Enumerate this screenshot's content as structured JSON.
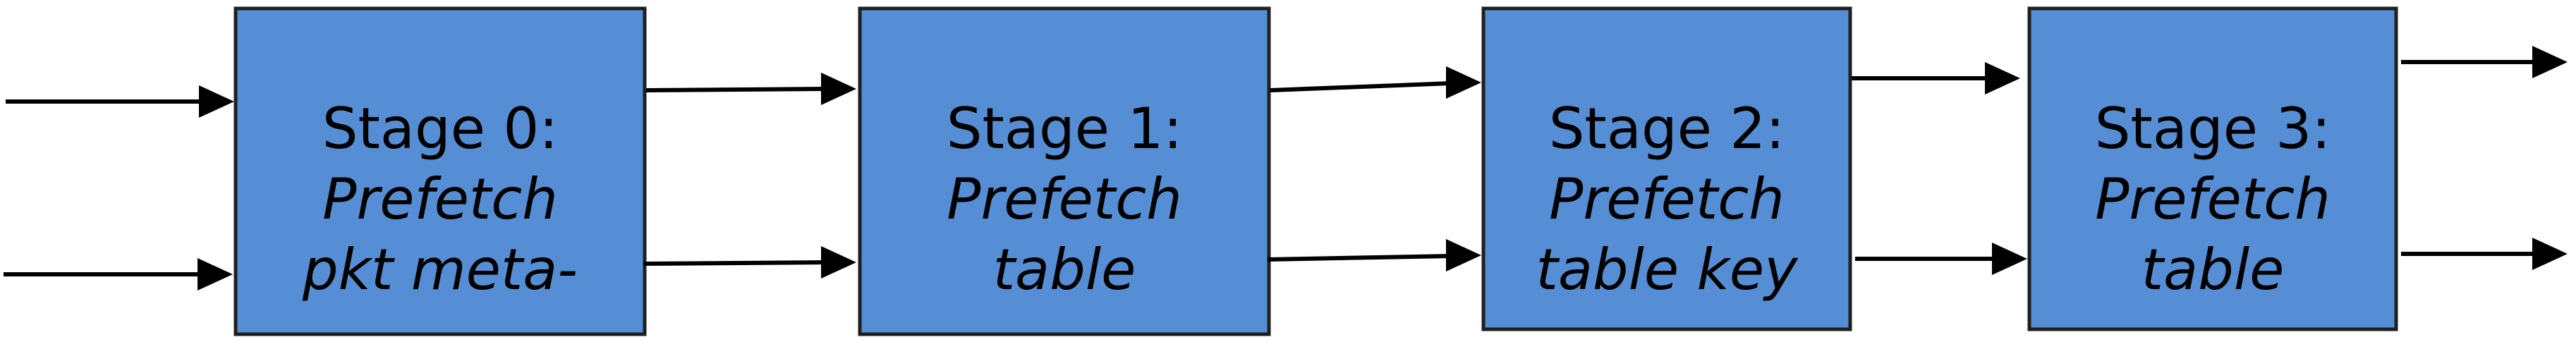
{
  "stages": [
    {
      "title": "Stage 0:",
      "lines": [
        "Prefetch",
        "pkt meta-"
      ]
    },
    {
      "title": "Stage 1:",
      "lines": [
        "Prefetch",
        "table"
      ]
    },
    {
      "title": "Stage 2:",
      "lines": [
        "Prefetch",
        "table key"
      ]
    },
    {
      "title": "Stage 3:",
      "lines": [
        "Prefetch",
        "table"
      ]
    }
  ],
  "colors": {
    "box_fill": "#558ed5",
    "box_stroke": "#1f1f1f",
    "arrow": "#000000"
  }
}
